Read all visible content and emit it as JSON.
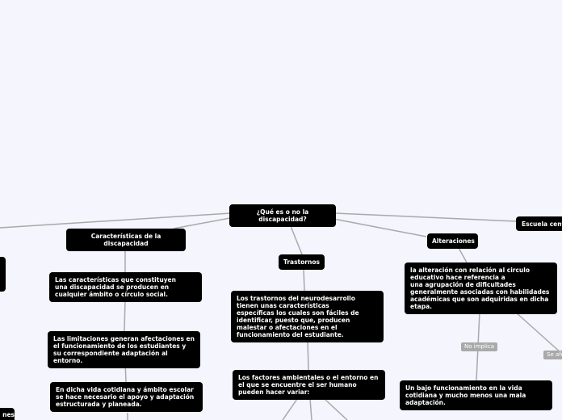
{
  "map": {
    "root": "¿Qué es o no la discapacidad?",
    "caracteristicas": "Características de la discapacidad",
    "car_1": "Las características que constituyen\nuna discapacidad se producen en cualquier ámbito o círculo social.",
    "car_2": "Las limitaciones generan afectaciones en el funcionamiento  de los estudiantes y su correspondiente adaptación al entorno.",
    "car_3": "En dicha vida cotidiana y ámbito escolar se hace necesario el apoyo y adaptación estructurada y planeada.",
    "trastornos": "Trastornos",
    "tra_1": "Los trastornos del neurodesarrollo tienen unas características\nespecíficas los cuales son fáciles de identificar, puesto que, producen malestar o afectaciones en el funcionamiento del estudiante.",
    "tra_2": "Los factores ambientales o el entorno en el que se encuentre el ser humano pueden hacer variar:",
    "alteraciones": "Alteraciones",
    "alt_1": "la alteración con relación al circulo educativo hace referencia a\nuna agrupación de dificultades generalmente asociadas con habilidades académicas que son adquiridas en dicha etapa.",
    "tag_no": "No implica",
    "tag_se": "Se afe",
    "alt_2": "Un bajo funcionamiento en la vida cotidiana y mucho menos una mala adaptación.",
    "escuela": "Escuela centr",
    "left_partial": "nes"
  },
  "colors": {
    "background": "#f4f5fd",
    "node": "#000000",
    "node_text": "#ffffff",
    "link": "#a9a9a9",
    "tag": "#a9a9a9"
  }
}
